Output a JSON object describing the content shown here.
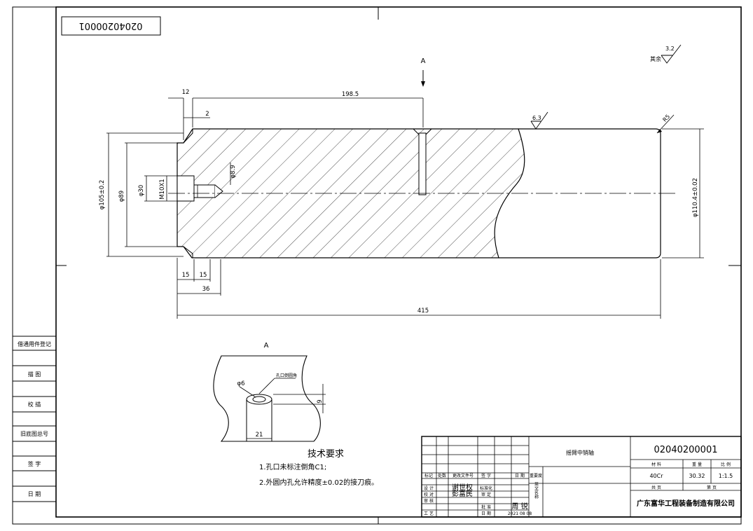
{
  "header": {
    "drawing_number_mirrored": "02040200001"
  },
  "section": {
    "marker_top": "A",
    "view_label": "A"
  },
  "roughness": {
    "global_prefix": "其余",
    "global_value": "3.2",
    "surface_value": "6.3",
    "radius_label": "R5"
  },
  "dimensions": {
    "d12": "12",
    "d198_5": "198.5",
    "d2": "2",
    "d105": "φ105±0.2",
    "d89": "φ89",
    "d30": "φ30",
    "m10": "M10X1",
    "d8_9": "φ8.9",
    "d110": "φ110.4±0.02",
    "d15a": "15",
    "d15b": "15",
    "d36": "36",
    "d415": "415",
    "d6": "φ6",
    "d9": "9",
    "d21": "21",
    "hole_note": "孔口倒圆角"
  },
  "left_panel": {
    "items": [
      "借通用件登记",
      "描 图",
      "校 描",
      "旧底图总号",
      "签 字",
      "日 期"
    ]
  },
  "notes": {
    "title": "技术要求",
    "line1": "1.孔口未标注倒角C1;",
    "line2": "2.外圆内孔允许精度±0.02的接刀痕。"
  },
  "title_block": {
    "part_name": "摇臂中销轴",
    "drawing_number": "02040200001",
    "material_label": "材 料",
    "weight_label": "重 量",
    "scale_label": "比 例",
    "material": "40Cr",
    "weight": "30.32",
    "scale": "1:1.5",
    "sheets_label": "共 页",
    "sheet_label": "第 页",
    "company": "广东富华工程装备制造有限公司",
    "importance_label": "重要度",
    "english_name_label": "英文名称",
    "rev_headers": [
      "标记",
      "处数",
      "更改文件号",
      "签 字",
      "日 期"
    ],
    "signature_roles": [
      "设 计",
      "校 对",
      "审 核",
      "工 艺"
    ],
    "mid_roles": [
      "标准化",
      "审 定",
      "批 准",
      "日 期"
    ],
    "designer": "谢世权",
    "checker": "彭富民",
    "approver": "周 锐",
    "date": "2021 08 08"
  }
}
